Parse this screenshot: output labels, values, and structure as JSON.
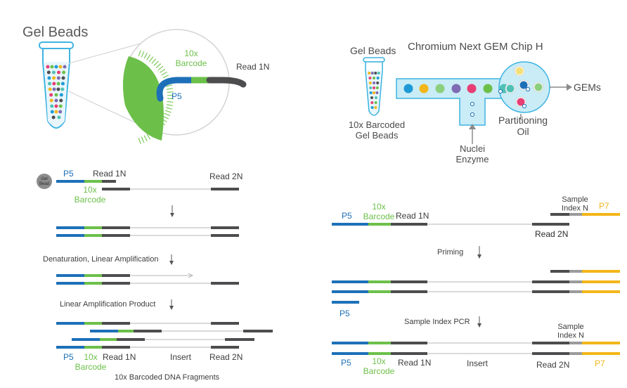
{
  "colors": {
    "blue": "#1d70b8",
    "green": "#6cc04a",
    "dark": "#4d4d4f",
    "gray_line": "#b5b5b5",
    "yellow": "#f3b619",
    "mid_gray": "#9b9b9b",
    "chip_fill": "#c9ecf6",
    "tube_outline": "#3fb4e2",
    "text": "#3d3d3d"
  },
  "gel_bead_panel": {
    "title": "Gel Beads",
    "barcode": "10x\nBarcode",
    "read1": "Read 1N",
    "p5": "P5"
  },
  "chip_panel": {
    "title": "Chromium Next GEM Chip H",
    "gel_beads": "Gel Beads",
    "barcoded": "10x Barcoded\nGel Beads",
    "nuclei": "Nuclei\nEnzyme",
    "oil": "Partitioning\nOil",
    "gems": "GEMs",
    "bead_colors": [
      "#1d9ad6",
      "#f3b619",
      "#8ccf7d",
      "#7f6bb3",
      "#e83e75",
      "#6cc04a",
      "#4fc1b4"
    ]
  },
  "amplification_panel": {
    "gel_bead_icon": "Gel\nBead",
    "p5": "P5",
    "read1": "Read 1N",
    "read2": "Read 2N",
    "barcode": "10x\nBarcode",
    "step1": "Denaturation, Linear Amplification",
    "step2": "Linear Amplification Product",
    "insert": "Insert",
    "footer": "10x Barcoded DNA Fragments",
    "p5_bottom": "P5",
    "barcode_bottom": "10x\nBarcode",
    "read1_bottom": "Read 1N",
    "read2_bottom": "Read 2N"
  },
  "library_panel": {
    "p5": "P5",
    "barcode": "10x\nBarcode",
    "read1": "Read 1N",
    "sample_index": "Sample\nIndex N",
    "p7": "P7",
    "read2": "Read 2N",
    "priming": "Priming",
    "p5_primer": "P5",
    "index_pcr": "Sample Index PCR",
    "sample_index_bottom": "Sample\nIndex N",
    "p5_bottom": "P5",
    "barcode_bottom": "10x\nBarcode",
    "read1_bottom": "Read 1N",
    "insert": "Insert",
    "read2_bottom": "Read 2N",
    "p7_bottom": "P7"
  }
}
